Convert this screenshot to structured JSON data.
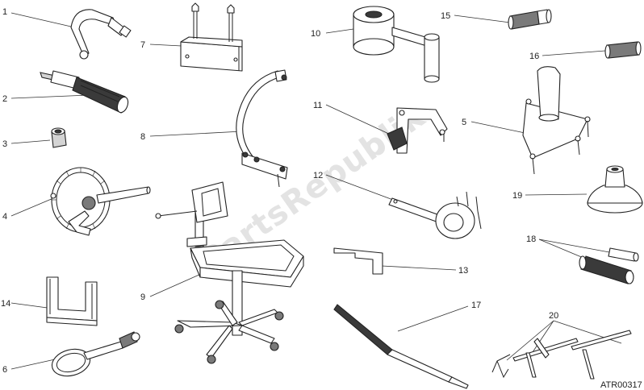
{
  "watermark": "PartsRepublik",
  "reference": "ATR00317",
  "labels": [
    "1",
    "2",
    "3",
    "4",
    "5",
    "6",
    "7",
    "8",
    "9",
    "10",
    "11",
    "12",
    "13",
    "14",
    "15",
    "16",
    "17",
    "18",
    "19",
    "20"
  ]
}
